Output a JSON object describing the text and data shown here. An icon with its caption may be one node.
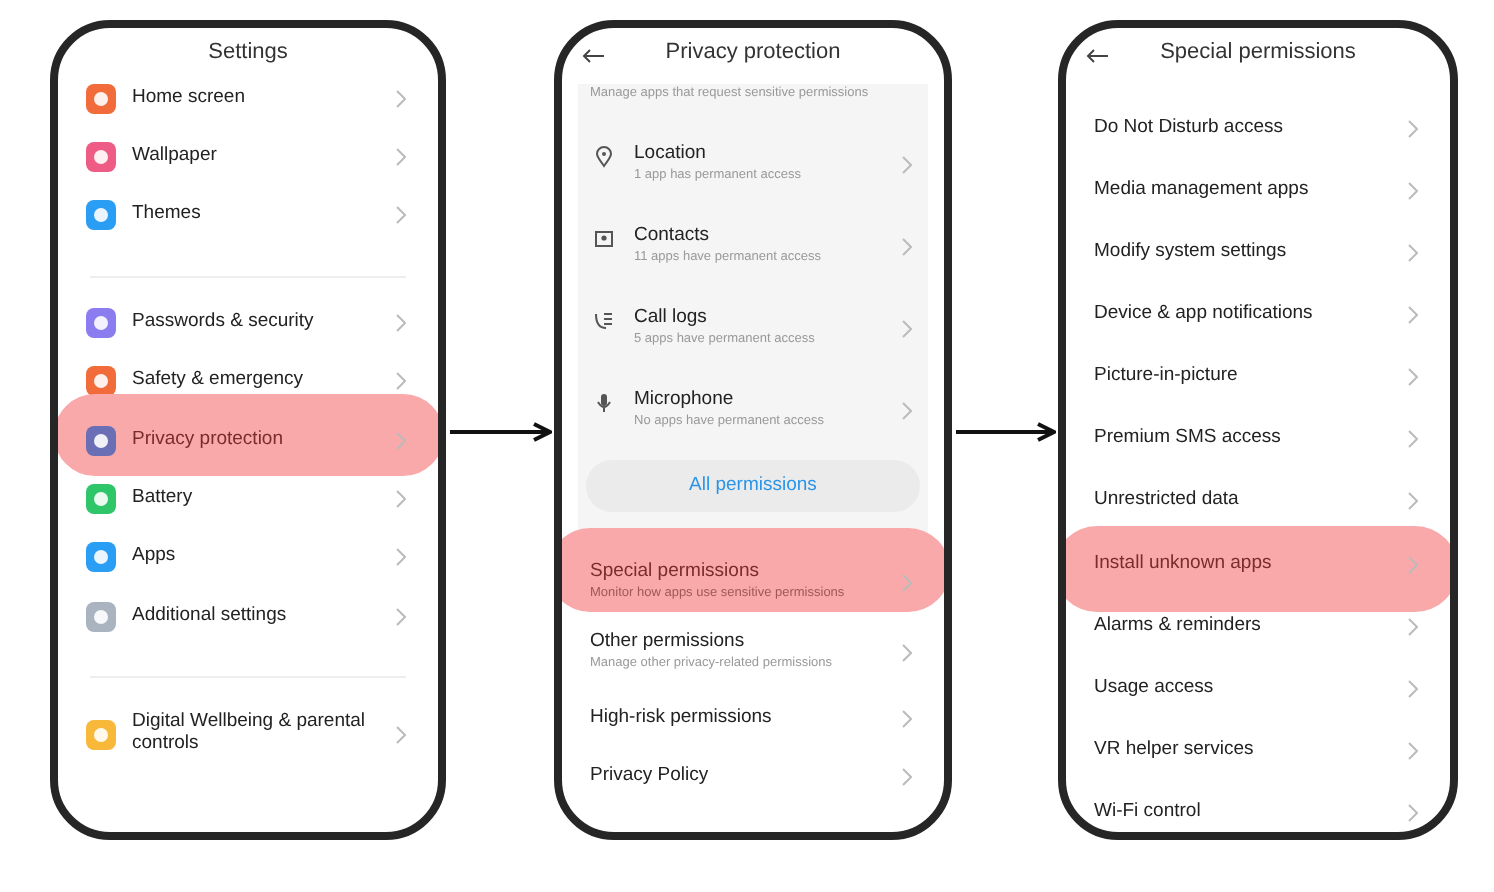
{
  "diagram": {
    "nodes": [
      {
        "text": [
          "Settings"
        ]
      },
      {
        "text": [
          "Home screen"
        ],
        "in": 0
      },
      {
        "text": [
          "Wallpaper"
        ],
        "in": 0
      },
      {
        "text": [
          "Themes"
        ],
        "in": 0
      },
      {
        "text": [
          "Passwords & security"
        ],
        "in": 0
      },
      {
        "text": [
          "Safety & emergency"
        ],
        "in": 0
      },
      {
        "text": [
          "Privacy protection"
        ],
        "in": 0
      },
      {
        "text": [
          "Battery"
        ],
        "in": 0
      },
      {
        "text": [
          "Apps"
        ],
        "in": 0
      },
      {
        "text": [
          "Additional settings"
        ],
        "in": 0
      },
      {
        "text": [
          "Digital Wellbeing & parental controls"
        ],
        "in": 0
      },
      {
        "text": [
          "Privacy protection"
        ]
      },
      {
        "text": [
          "Manage apps that request sensitive permissions"
        ],
        "in": 11
      },
      {
        "text": [
          "Location",
          "1 app has permanent access"
        ],
        "in": 11
      },
      {
        "text": [
          "Contacts",
          "11 apps have permanent access"
        ],
        "in": 11
      },
      {
        "text": [
          "Call logs",
          "5 apps have permanent access"
        ],
        "in": 11
      },
      {
        "text": [
          "Microphone",
          "No apps have permanent access"
        ],
        "in": 11
      },
      {
        "text": [
          "All permissions"
        ],
        "in": 11
      },
      {
        "text": [
          "Special permissions",
          "Monitor how apps use sensitive permissions"
        ],
        "in": 11
      },
      {
        "text": [
          "Other permissions",
          "Manage other privacy-related permissions"
        ],
        "in": 11
      },
      {
        "text": [
          "High-risk permissions"
        ],
        "in": 11
      },
      {
        "text": [
          "Privacy Policy"
        ],
        "in": 11
      },
      {
        "text": [
          "Special permissions"
        ]
      },
      {
        "text": [
          "Do Not Disturb access"
        ],
        "in": 22
      },
      {
        "text": [
          "Media management apps"
        ],
        "in": 22
      },
      {
        "text": [
          "Modify system settings"
        ],
        "in": 22
      },
      {
        "text": [
          "Device & app notifications"
        ],
        "in": 22
      },
      {
        "text": [
          "Picture-in-picture"
        ],
        "in": 22
      },
      {
        "text": [
          "Premium SMS access"
        ],
        "in": 22
      },
      {
        "text": [
          "Unrestricted data"
        ],
        "in": 22
      },
      {
        "text": [
          "Install unknown apps"
        ],
        "in": 22
      },
      {
        "text": [
          "Alarms & reminders"
        ],
        "in": 22
      },
      {
        "text": [
          "Usage access"
        ],
        "in": 22
      },
      {
        "text": [
          "VR helper services"
        ],
        "in": 22
      },
      {
        "text": [
          "Wi-Fi control"
        ],
        "in": 22
      }
    ],
    "edges": [
      {
        "from": 0,
        "to": 11,
        "arrow": "to"
      },
      {
        "from": 11,
        "to": 22,
        "arrow": "to"
      }
    ]
  }
}
